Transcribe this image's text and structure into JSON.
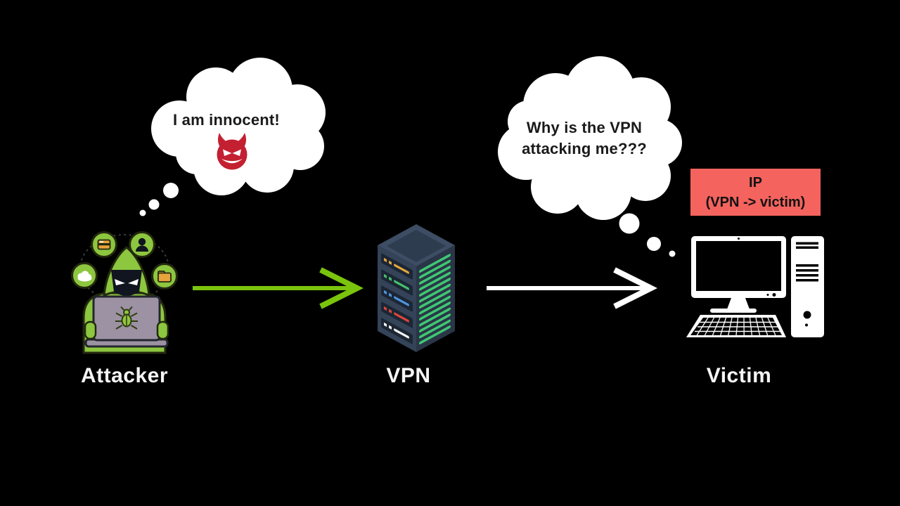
{
  "colors": {
    "background": "#000000",
    "cloud_white": "#FFFFFF",
    "bubble_text": "#1A1A1A",
    "devil_red": "#C32032",
    "ip_box_red": "#F4635E",
    "arrow_green": "#7AC40D",
    "arrow_white": "#FFFFFF",
    "attacker_green": "#8DC63F",
    "laptop_gray": "#9C92A3",
    "badge_orange": "#E8A33D",
    "server_vent_green": "#3FC873",
    "label_white": "#F5F5F5"
  },
  "attacker": {
    "label": "Attacker",
    "thought": "I am innocent!"
  },
  "vpn_server": {
    "label": "VPN",
    "slot_colors": [
      "#E3A73C",
      "#43C16C",
      "#4D94E0",
      "#D9473C",
      "#F2F2F2"
    ]
  },
  "victim": {
    "label": "Victim",
    "thought_line1": "Why is the VPN",
    "thought_line2": "attacking me???"
  },
  "ip_box": {
    "line1": "IP",
    "line2": "(VPN -> victim)"
  }
}
